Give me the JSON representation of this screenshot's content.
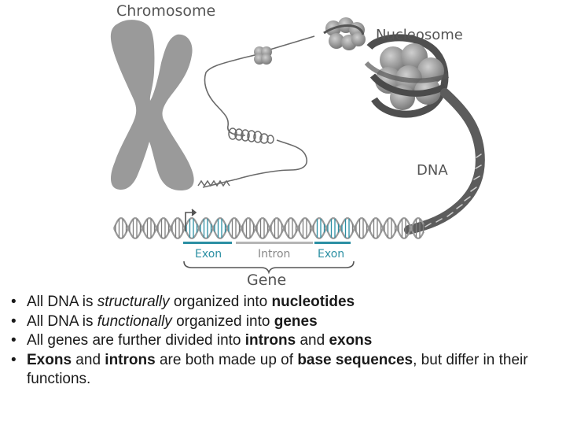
{
  "figure": {
    "labels": {
      "chromosome": "Chromosome",
      "nucleosome": "Nucleosome",
      "dna": "DNA",
      "exon_left": "Exon",
      "intron": "Intron",
      "exon_right": "Exon",
      "gene": "Gene"
    },
    "colors": {
      "chromosome": "#9a9a9a",
      "fiber": "#5c5c5c",
      "histone": "#8c8c8c",
      "exon_accent": "#2b8fa3",
      "intron_bar": "#b5b5b5",
      "label_text": "#555555"
    }
  },
  "bullets": [
    {
      "marker": "•",
      "parts": [
        {
          "t": "All DNA is "
        },
        {
          "t": "structurally",
          "s": "italic"
        },
        {
          "t": " organized into "
        },
        {
          "t": "nucleotides",
          "s": "bold"
        }
      ]
    },
    {
      "marker": "•",
      "parts": [
        {
          "t": "All DNA is "
        },
        {
          "t": "functionally",
          "s": "italic"
        },
        {
          "t": " organized into "
        },
        {
          "t": "genes",
          "s": "bold"
        }
      ]
    },
    {
      "marker": "•",
      "parts": [
        {
          "t": "All genes are further divided into "
        },
        {
          "t": "introns",
          "s": "bold"
        },
        {
          "t": " and "
        },
        {
          "t": "exons",
          "s": "bold"
        }
      ]
    },
    {
      "marker": "•",
      "parts": [
        {
          "t": "Exons",
          "s": "bold"
        },
        {
          "t": " and "
        },
        {
          "t": "introns",
          "s": "bold"
        },
        {
          "t": " are both made up of "
        },
        {
          "t": "base sequences",
          "s": "bold"
        },
        {
          "t": ", but differ in their functions."
        }
      ]
    }
  ]
}
